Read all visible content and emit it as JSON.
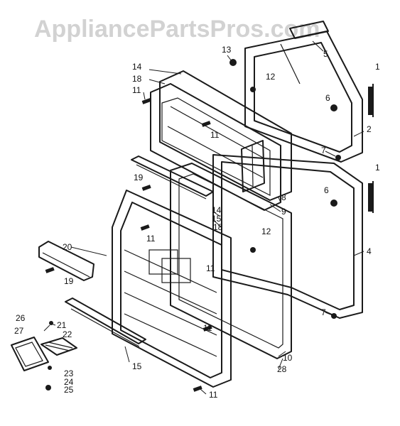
{
  "watermark": "AppliancePartsPros.com",
  "callouts": {
    "c1": "1",
    "c2": "2",
    "c4": "4",
    "c5": "5",
    "c6a": "6",
    "c6b": "6",
    "c7a": "7",
    "c7b": "7",
    "c8": "8",
    "c9": "9",
    "c10": "10",
    "c11a": "11",
    "c11b": "11",
    "c11c": "11",
    "c11d": "11",
    "c11e": "11",
    "c11f": "11",
    "c12a": "12",
    "c12b": "12",
    "c13": "13",
    "c14a": "14",
    "c14b": "14",
    "c15a": "15",
    "c15b": "15",
    "c18a": "18",
    "c18b": "18",
    "c19a": "19",
    "c19b": "19",
    "c20": "20",
    "c21": "21",
    "c22": "22",
    "c23": "23",
    "c24": "24",
    "c25": "25",
    "c26": "26",
    "c27": "27",
    "c28": "28",
    "c1b": "1"
  }
}
